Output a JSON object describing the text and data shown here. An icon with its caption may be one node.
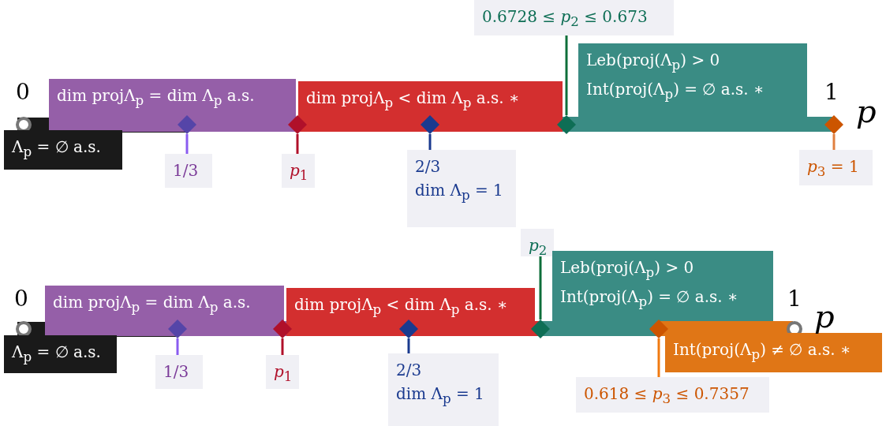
{
  "diagram": {
    "nodes": [
      {
        "text": [
          "Λ$_{p}$ = ∅ a.s."
        ]
      },
      {
        "text": [
          "dim projΛ$_{p}$ = dim Λ$_{p}$ a.s."
        ]
      },
      {
        "text": [],
        "shape": "diamond"
      },
      {
        "text": [
          "1/3"
        ]
      },
      {
        "text": [
          "dim projΛ$_{p}$ < dim Λ$_{p}$ a.s. ∗"
        ]
      },
      {
        "text": [],
        "shape": "diamond"
      },
      {
        "text": [
          "*p*$_{1}$"
        ]
      },
      {
        "text": [],
        "shape": "diamond"
      },
      {
        "text": [
          "2/3",
          "dim Λ$_{p}$ = 1"
        ]
      },
      {
        "text": [
          "0.6728 ≤ *p*$_{2}$ ≤ 0.673"
        ]
      },
      {
        "text": [
          "Leb(proj(Λ$_{p}$) > 0",
          "Int(proj(Λ$_{p}$) = ∅ a.s. ∗"
        ]
      },
      {
        "text": [],
        "shape": "diamond"
      },
      {
        "text": [],
        "shape": "diamond"
      },
      {
        "text": [
          "*p*$_{3}$ = 1"
        ]
      },
      {
        "text": [
          "Λ$_{p}$ = ∅ a.s."
        ]
      },
      {
        "text": [
          "dim projΛ$_{p}$ = dim Λ$_{p}$ a.s."
        ]
      },
      {
        "text": [],
        "shape": "diamond"
      },
      {
        "text": [
          "1/3"
        ]
      },
      {
        "text": [
          "dim projΛ$_{p}$ < dim Λ$_{p}$ a.s. ∗"
        ]
      },
      {
        "text": [],
        "shape": "diamond"
      },
      {
        "text": [
          "*p*$_{1}$"
        ]
      },
      {
        "text": [],
        "shape": "diamond"
      },
      {
        "text": [
          "2/3",
          "dim Λ$_{p}$ = 1"
        ]
      },
      {
        "text": [
          "*p*$_{2}$"
        ]
      },
      {
        "text": [
          "Leb(proj(Λ$_{p}$) > 0",
          "Int(proj(Λ$_{p}$) = ∅ a.s. ∗"
        ]
      },
      {
        "text": [],
        "shape": "diamond"
      },
      {
        "text": [],
        "shape": "diamond"
      },
      {
        "text": [
          "Int(proj(Λ$_{p}$) ≠ ∅ a.s. ∗"
        ]
      },
      {
        "text": [
          "0.618 ≤ *p*$_{3}$ ≤ 0.7357"
        ]
      }
    ],
    "edges": [
      {
        "from": 3,
        "to": 2,
        "arrow": "none",
        "color": "#8a5cf0"
      },
      {
        "from": 6,
        "to": 5,
        "arrow": "none",
        "color": "#b0102a"
      },
      {
        "from": 8,
        "to": 7,
        "arrow": "none",
        "color": "#1a3a8f"
      },
      {
        "from": 9,
        "to": 11,
        "arrow": "none",
        "color": "#0e6e3a"
      },
      {
        "from": 13,
        "to": 12,
        "arrow": "none",
        "color": "#e08040"
      },
      {
        "from": 17,
        "to": 16,
        "arrow": "none",
        "color": "#8a5cf0"
      },
      {
        "from": 20,
        "to": 19,
        "arrow": "none",
        "color": "#b0102a"
      },
      {
        "from": 22,
        "to": 21,
        "arrow": "none",
        "color": "#1a3a8f"
      },
      {
        "from": 23,
        "to": 25,
        "arrow": "none",
        "color": "#0e6e3a"
      },
      {
        "from": 28,
        "to": 26,
        "arrow": "none",
        "color": "#f07a10"
      }
    ],
    "labels": [
      "0",
      "1",
      "*p*",
      "0",
      "1",
      "*p*"
    ]
  }
}
